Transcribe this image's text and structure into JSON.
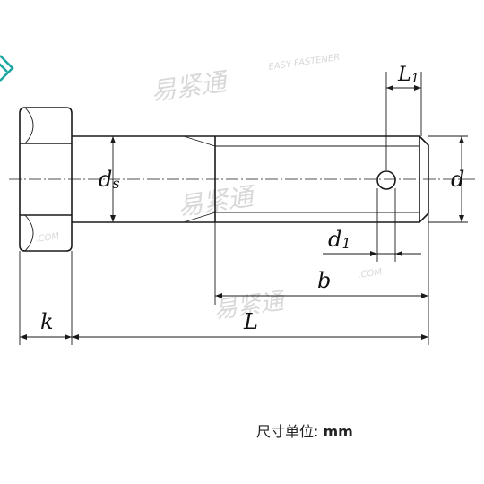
{
  "labels": {
    "L1_main": "L",
    "L1_sub": "1",
    "d": "d",
    "ds_main": "d",
    "ds_sub": "s",
    "d1_main": "d",
    "d1_sub": "1",
    "b": "b",
    "k": "k",
    "L": "L"
  },
  "unit": {
    "prefix": "尺寸单位: ",
    "value": "mm"
  },
  "icons": {
    "corner": "check-mark-icon",
    "watermark": "site-watermark-logo"
  },
  "colors": {
    "corner_icon": "#1aa7a1",
    "lines": "#1a1a1a",
    "watermark": "#cfcfcf"
  }
}
